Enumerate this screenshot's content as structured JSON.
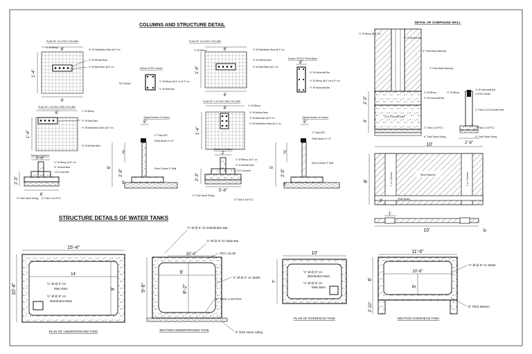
{
  "columns_section": {
    "title": "COLUMNS AND STRUCTURE DETAIL",
    "left": {
      "plan1_title": "PLAN OF 1/2-4 RCC COLUMN",
      "plan1_dim": "6'",
      "plan1_side": "1'-4\"",
      "plan1_stirrup": "¼\" Ø Stirrup",
      "plan1_dist": "½\" Ø Distribution Bars @ 6\" c/c",
      "plan1_vert": "½\" Ø Vertical Bars",
      "plan1_main": "½\" Ø Main Bars @ 6\" c/c",
      "beam_title": "Section Of RCC Beam",
      "beam_label": "RCC Beam",
      "beam_stirrup": "¼\" Ø Stirrup @ 6\" c/c & 9\" c/c",
      "beam_main": "½\" Ø Main Bar",
      "plan2_title": "PLAN OF 1-3/4 RCC END COLUMN",
      "plan2_dim": "6'",
      "plan2_side": "1'-4\"",
      "plan2_stirrup": "¼\" Ø Stirrup",
      "plan2_main": "½\" Ø Main Bars",
      "plan2_dist": "½\" Ø Distribution Bars @ 6\" c/c",
      "plan2_vert": "½\" Ø Vertical Bars",
      "section_title": "Section of Column",
      "section_top": "2'-6\"",
      "section_h": "2'-3\"",
      "section_w": "6'",
      "section_stirrup": "¼\" Ø Stirrup @ 6\" c/c",
      "section_vert": "½\" Vertical Bars",
      "section_conc": "1:2:4 Concrete",
      "section_soling": "6\" Thick Stone Soling",
      "section_pcc": "6\" Thick 1:4:8 PCC",
      "typ_title": "Typical Section of Column",
      "typ_dim": "6\"",
      "typ_dpc": "2\" Thick DPC",
      "typ_beam": "Plinth Beam 9\" x 9\"",
      "typ_col": "Short Column 9\" Wall",
      "typ_h1": "3'",
      "typ_h2": "2'-9\"",
      "typ_h3": "6'",
      "typ_h4": "5'"
    },
    "right": {
      "plan1_title": "PLAN OF 1/2-4 RCC COLUMN",
      "plan1_dim": "6'",
      "plan1_side": "1'-4\"",
      "plan1_stirrup": "¼\" Ø Stirrup",
      "plan1_dist": "½\" Ø Distribution Bars @ 6\" c/c",
      "plan1_vert": "½\" Ø Vertical Bars",
      "plan1_main": "½\" Ø Main Bars @ 6\" c/c",
      "beam_title": "Section Of RCC Plinth Beam",
      "beam_dim": "6\"",
      "beam_main": "½\" Ø Horizontal Bar",
      "beam_stirrup": "¼\" Ø Stirrup @ 6\" c/c & 9\" c/c",
      "beam_hor": "½\" Ø Horizontal Bar",
      "plan2_title": "PLAN OF 1-3/4 RCC END COLUMN",
      "plan2_dim": "6'",
      "plan2_side": "1'-4\"",
      "plan2_stirrup": "¼\" Ø Stirrup",
      "plan2_vert": "½\" Ø Vertical Bars",
      "plan2_main": "½\" Ø Main Bars @ 6\" c/c",
      "plan2_dist": "½\" Ø Distribution Bars @ 6\" c/c",
      "section_title": "Section of Column",
      "section_top": "2'",
      "section_h": "2'-3\"",
      "section_w": "5'-6\"",
      "section_stirrup": "¼\" Ø Stirrup @ 6\" c/c",
      "section_vert": "½\" Ø Vertical Bars",
      "section_conc": "1:2:4 Concrete",
      "section_soling": "6\" Thick Stone Soling",
      "section_pcc": "6\" Thick 1:4:8 PCC",
      "typ_title": "Typical Section of Column",
      "typ_dim": "6\"",
      "typ_dpc": "2\" Thick DPC",
      "typ_beam": "Plinth Beam 9\" x 9\"",
      "typ_col": "Short Column 9\" Wall",
      "typ_h1": "3'",
      "typ_h2": "2'-9\"",
      "typ_h3": "5'",
      "typ_h4": "6'"
    }
  },
  "compound_wall": {
    "title": "DETAIL OF COMPOUND WALL",
    "stirrup_top": "¼\" Ø Stirrup @ 6\" c/c",
    "vert_bar": "½\" Ø Vertical Bar",
    "masonry_a": "5\" Thick Block Masonry",
    "masonry_b": "4\" Thick Block Masonry",
    "stirrup_mid": "¼\" Ø Stirrup",
    "hor_bar": "½\" Ø Horizontal Bar",
    "stirrup_r": "¼\" Ø Stirrup",
    "hor_bar_r": "½\" Ø Horizontal Bar",
    "beam_r": "2:4 RCC Beam",
    "conc_wall": "4\" Thick 1:3:6 Concrete Wall",
    "pcc": "2\" Thick 1:4:8 PCC",
    "pcc_r": "2\" Thick 1:4:8 PCC",
    "soling": "6\" Thick Stone Soling",
    "soling_r": "6\" Thick Stone Soling",
    "conc": "1:2:4 Concrete Wall",
    "h1": "2'-3\"",
    "h2": "4'",
    "bw": "2'-6\"",
    "elev_w": "10'",
    "elev_h": "8'",
    "elev_pillar_l": "1' x 1' Column",
    "elev_pillar_r": "1' x 1' Column",
    "elev_masonry": "Block Masonry",
    "elev_beam": "Plinth Beam",
    "elev_ground": "2'",
    "plan_w": "10'",
    "plan_col": "1'",
    "plan_t": "6\""
  },
  "tanks": {
    "title": "STRUCTURE DETAILS OF WATER TANKS",
    "ug_plan": {
      "caption": "PLAN OF UNDERGROUND TANK",
      "outer_w": "15'-4\"",
      "inner_w": "14'",
      "outer_h": "10'-4\"",
      "inner_h": "9'",
      "main_bars_a": "½\" Ø @ 6\" c/c",
      "main_bars_b": "Main Bars",
      "dist_bars_a": "½\" Ø @ 8\" c/c",
      "dist_bars_b": "Distribution Bars"
    },
    "ug_section": {
      "caption": "SECTION UNDERGROUND TANK",
      "dist_bar": "½\" Ø @ 6\" c/c Distribution Bar",
      "main_bar": "½\" Ø @ 6\" c/c Main Bar",
      "slab": "RCC SLAB",
      "outer_w": "10'-4\"",
      "inner_w": "9'",
      "outer_h": "9'-6\"",
      "inner_h": "8'-2\"",
      "mash": "½\" Ø @ 6\" c/c Mash",
      "pcc": "3\" Thick 1:4:8 PCC",
      "soling": "6\" thick stone soling"
    },
    "oh_plan": {
      "caption": "PLAN OF OVERHEAD TANK",
      "outer_w": "10'",
      "outer_h": "7'",
      "dist_a": "½\" Ø @ 6\" c/c",
      "dist_b": "Distribution Bars",
      "main_a": "½\" Ø @ 6\" c/c",
      "main_b": "Main Bars"
    },
    "oh_section": {
      "caption": "SECTION OVERHEAD TANK",
      "outer_w": "11'-6\"",
      "inner_w": "10'-6\"",
      "outer_h": "6'",
      "leg_h": "2'-10\"",
      "mash": "½\" Ø @ 6\" c/c Mash",
      "bottom": "6\" Thick Bottom",
      "inner_h": "5'"
    }
  }
}
